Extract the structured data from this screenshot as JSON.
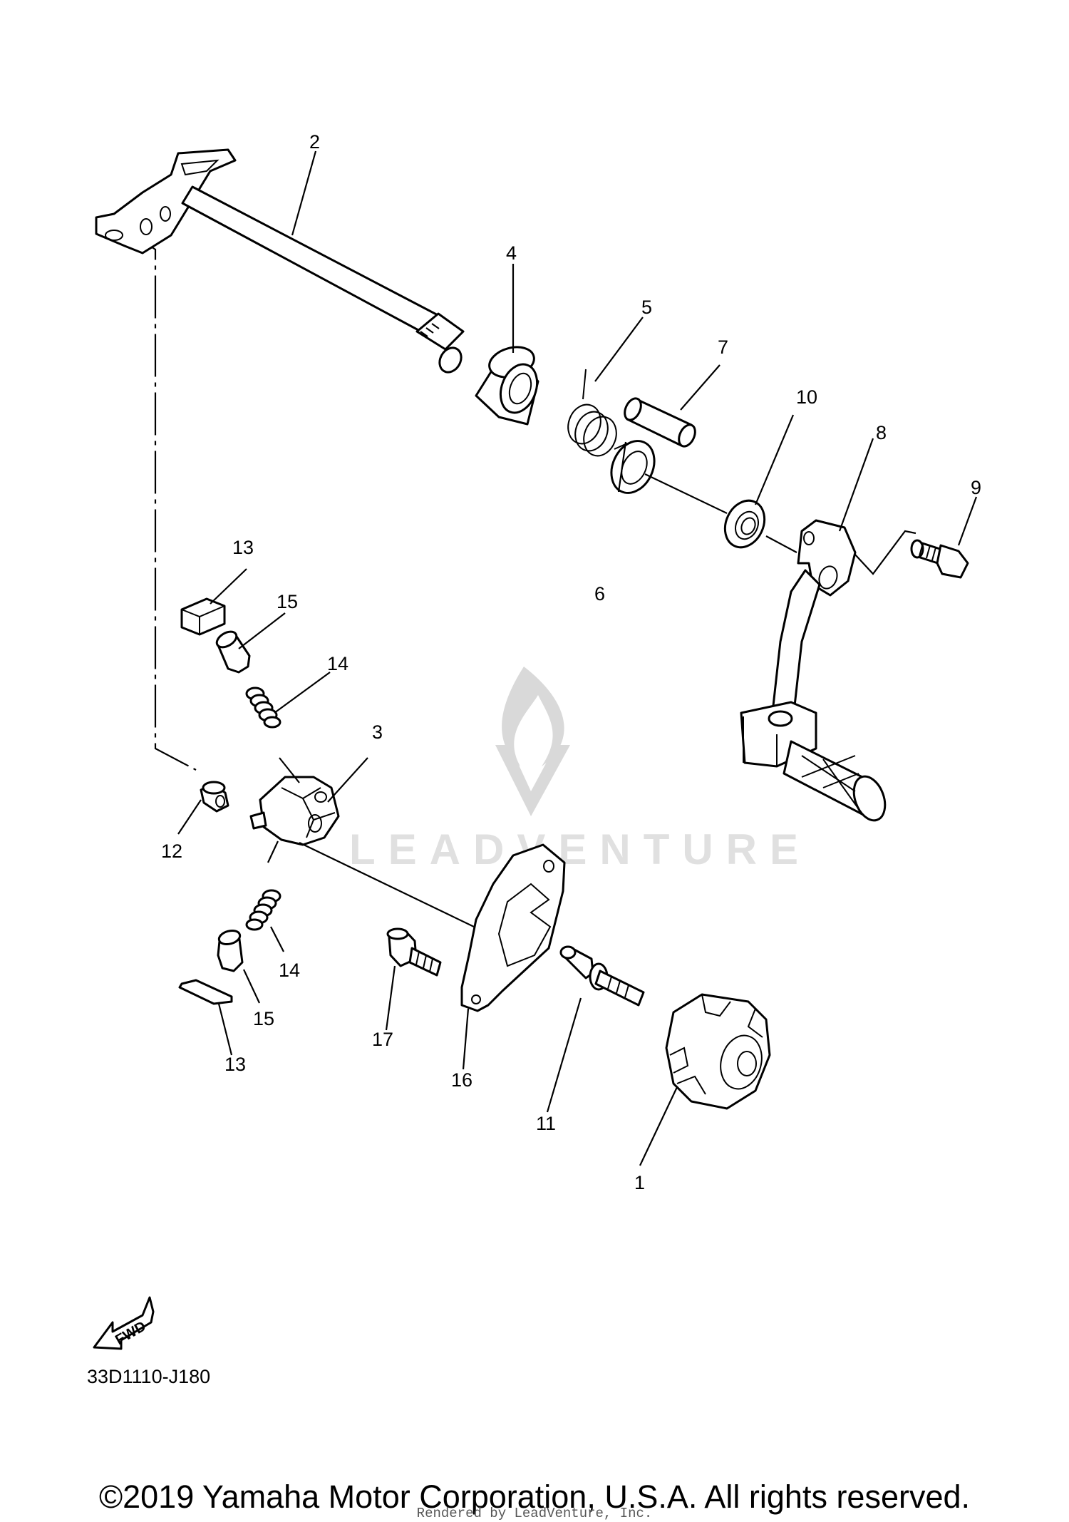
{
  "callouts": {
    "c1": "1",
    "c2": "2",
    "c3": "3",
    "c4": "4",
    "c5": "5",
    "c6": "6",
    "c7": "7",
    "c8": "8",
    "c9": "9",
    "c10": "10",
    "c11": "11",
    "c12": "12",
    "c13a": "13",
    "c13b": "13",
    "c14a": "14",
    "c14b": "14",
    "c15a": "15",
    "c15b": "15",
    "c16": "16",
    "c17": "17"
  },
  "fwd_label": "FWD",
  "diagram_code": "33D1110-J180",
  "watermark": "LEADVENTURE",
  "copyright": "©2019 Yamaha Motor Corporation, U.S.A. All rights reserved.",
  "rendered_by": "Rendered by LeadVenture, Inc."
}
